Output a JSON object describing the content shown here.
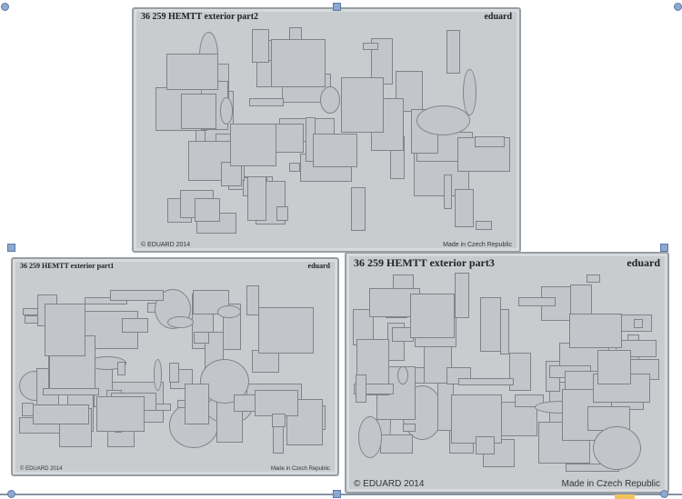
{
  "frets": [
    {
      "id": "part2",
      "title": "36 259  HEMTT exterior   part2",
      "brand": "eduard",
      "copyright": "© EDUARD 2014",
      "made_in": "Made in Czech Republic"
    },
    {
      "id": "part1",
      "title": "36 259  HEMTT exterior   part1",
      "brand": "eduard",
      "copyright": "© EDUARD 2014",
      "made_in": "Made in Czech Republic"
    },
    {
      "id": "part3",
      "title": "36 259  HEMTT exterior   part3",
      "brand": "eduard",
      "copyright": "© EDUARD 2014",
      "made_in": "Made in Czech Republic"
    }
  ],
  "colors": {
    "fret": "#c9cccf",
    "handle": "#8fa8cf",
    "accent": "#f3c35b"
  }
}
